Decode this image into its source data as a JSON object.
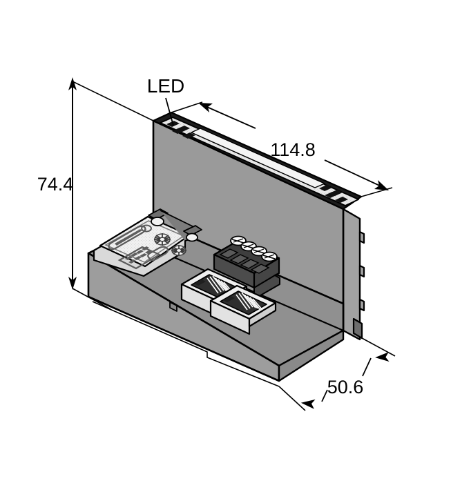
{
  "drawing": {
    "title": "Isometric dimensioned view of network interface module",
    "units": "mm",
    "background_color": "#ffffff",
    "line_color": "#000000"
  },
  "labels": {
    "led": "LED"
  },
  "dimensions": {
    "height": "74.4",
    "length": "114.8",
    "depth": "50.6"
  },
  "colors": {
    "body_front": "#9a9a9a",
    "body_top": "#8f8f8f",
    "body_right": "#a0a0a0",
    "body_dark": "#6e6e6e",
    "terminal_block": "#4a4a4a",
    "terminal_block_top": "#3c3c3c",
    "connector_white": "#efefef",
    "connector_shadow": "#c9c9c9",
    "label_card": "#f2f2f2",
    "led_strip": "#e8e8e8",
    "outline": "#000000",
    "screw": "#ffffff"
  },
  "components": {
    "led_strip": "top-led-indicator-strip",
    "led_group_left": "led-group-left",
    "led_group_right": "led-group-right",
    "service_card": "service-label-card",
    "card_slot": "card-slot-icon",
    "card_circle": "card-circle-icon",
    "card_gear_large": "card-gear-icon-large",
    "card_gear_small": "card-gear-icon-small",
    "card_cloud": "card-cloud-icon",
    "card_keypad": "card-keypad-icon",
    "rj45_left": "rj45-jack-left",
    "rj45_right": "rj45-jack-right",
    "terminal_block": "power-terminal-block",
    "terminal_screws": 4,
    "din_clip_tabs": 3,
    "foot_tab": "mounting-foot-tab"
  }
}
